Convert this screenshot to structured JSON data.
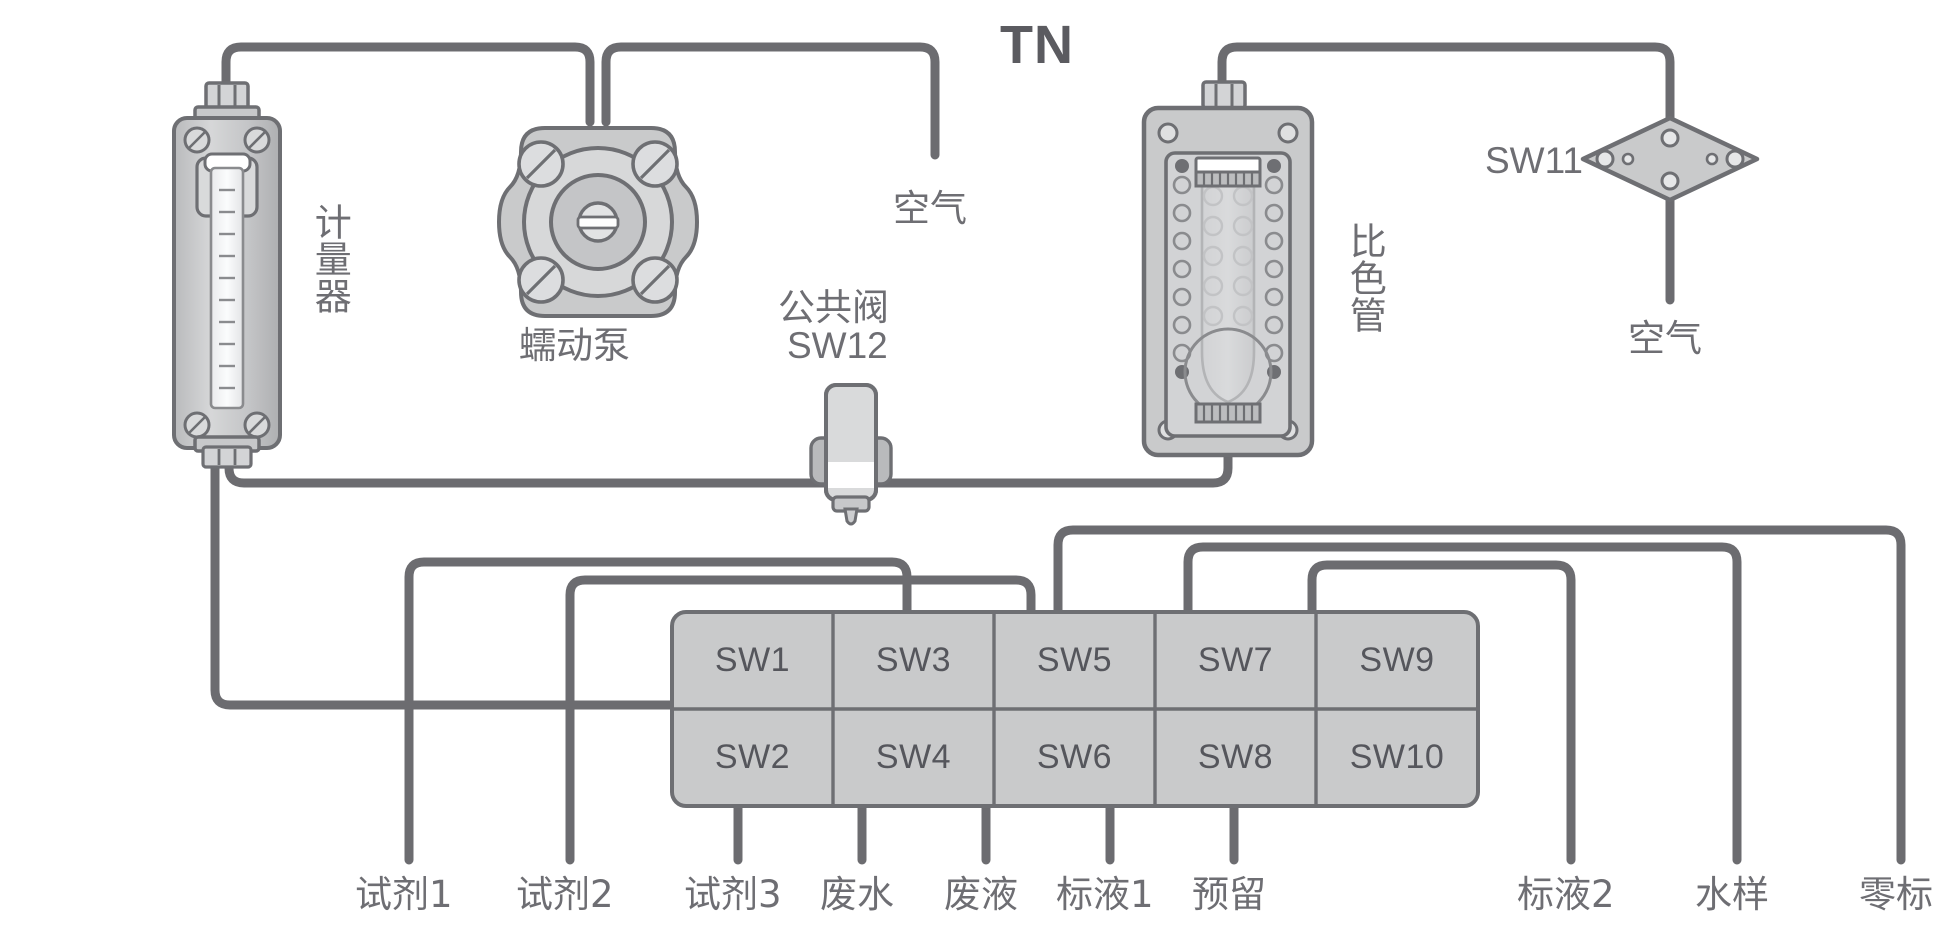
{
  "diagram": {
    "title": "TN",
    "type": "fluidic-flow-diagram"
  },
  "components": [
    {
      "id": "metering-device",
      "label": "计量器",
      "icon": "syringe-meter-icon"
    },
    {
      "id": "peristaltic-pump",
      "label": "蠕动泵",
      "icon": "peristaltic-pump-icon"
    },
    {
      "id": "common-valve",
      "label": "公共阀",
      "sublabel": "SW12",
      "icon": "valve-icon"
    },
    {
      "id": "colorimetric-tube",
      "label": "比色管",
      "icon": "colorimeter-icon"
    },
    {
      "id": "sw11-valve",
      "label": "SW11",
      "icon": "diamond-valve-icon"
    }
  ],
  "air_ports": [
    {
      "id": "air-left",
      "label": "空气"
    },
    {
      "id": "air-right",
      "label": "空气"
    }
  ],
  "valve_matrix": {
    "rows": [
      [
        "SW1",
        "SW3",
        "SW5",
        "SW7",
        "SW9"
      ],
      [
        "SW2",
        "SW4",
        "SW6",
        "SW8",
        "SW10"
      ]
    ]
  },
  "ports": [
    {
      "label": "试剂1"
    },
    {
      "label": "试剂2"
    },
    {
      "label": "试剂3"
    },
    {
      "label": "废水"
    },
    {
      "label": "废液"
    },
    {
      "label": "标液1"
    },
    {
      "label": "预留"
    },
    {
      "label": "标液2"
    },
    {
      "label": "水样"
    },
    {
      "label": "零标"
    }
  ],
  "colors": {
    "tube": "#6c6c70",
    "body_fill": "#c9cacb",
    "body_stroke": "#6e6f73",
    "text": "#6e6e73",
    "sw_text": "#55565c",
    "title": "#5b5b60",
    "background": "#ffffff"
  }
}
